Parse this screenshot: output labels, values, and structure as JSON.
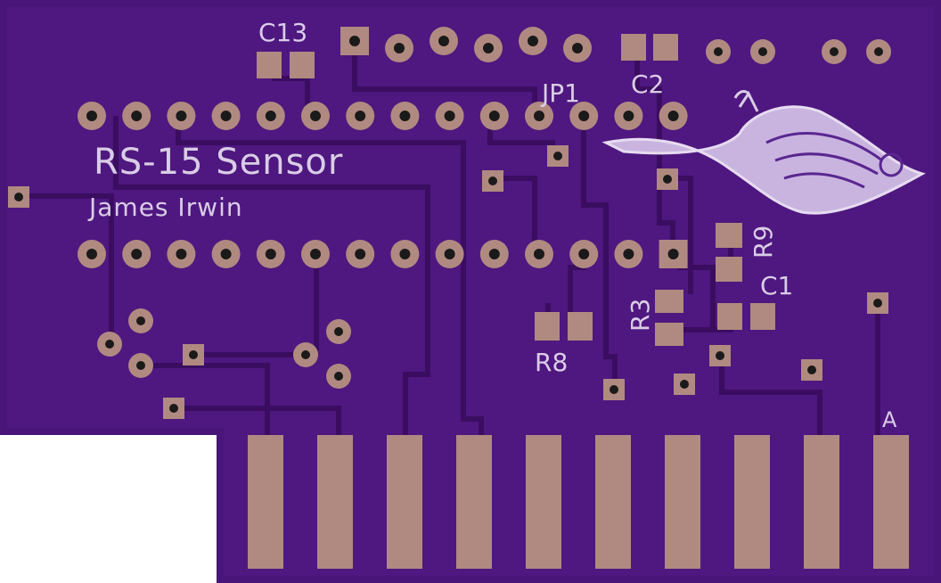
{
  "board": {
    "title": "RS-15 Sensor",
    "author": "James Irwin"
  },
  "labels": {
    "c13": "C13",
    "c2": "C2",
    "jp1": "JP1",
    "r9": "R9",
    "c1": "C1",
    "r3": "R3",
    "r8": "R8",
    "edge_a": "A"
  },
  "colors": {
    "board": "#4a1578",
    "board_edge": "#3b0f63",
    "trace": "#3a0d60",
    "copper": "#b08a80",
    "drill": "#1a1a1a",
    "silkscreen": "#d9cde6"
  },
  "logo": {
    "icon": "genie-lamp-logo-icon"
  }
}
